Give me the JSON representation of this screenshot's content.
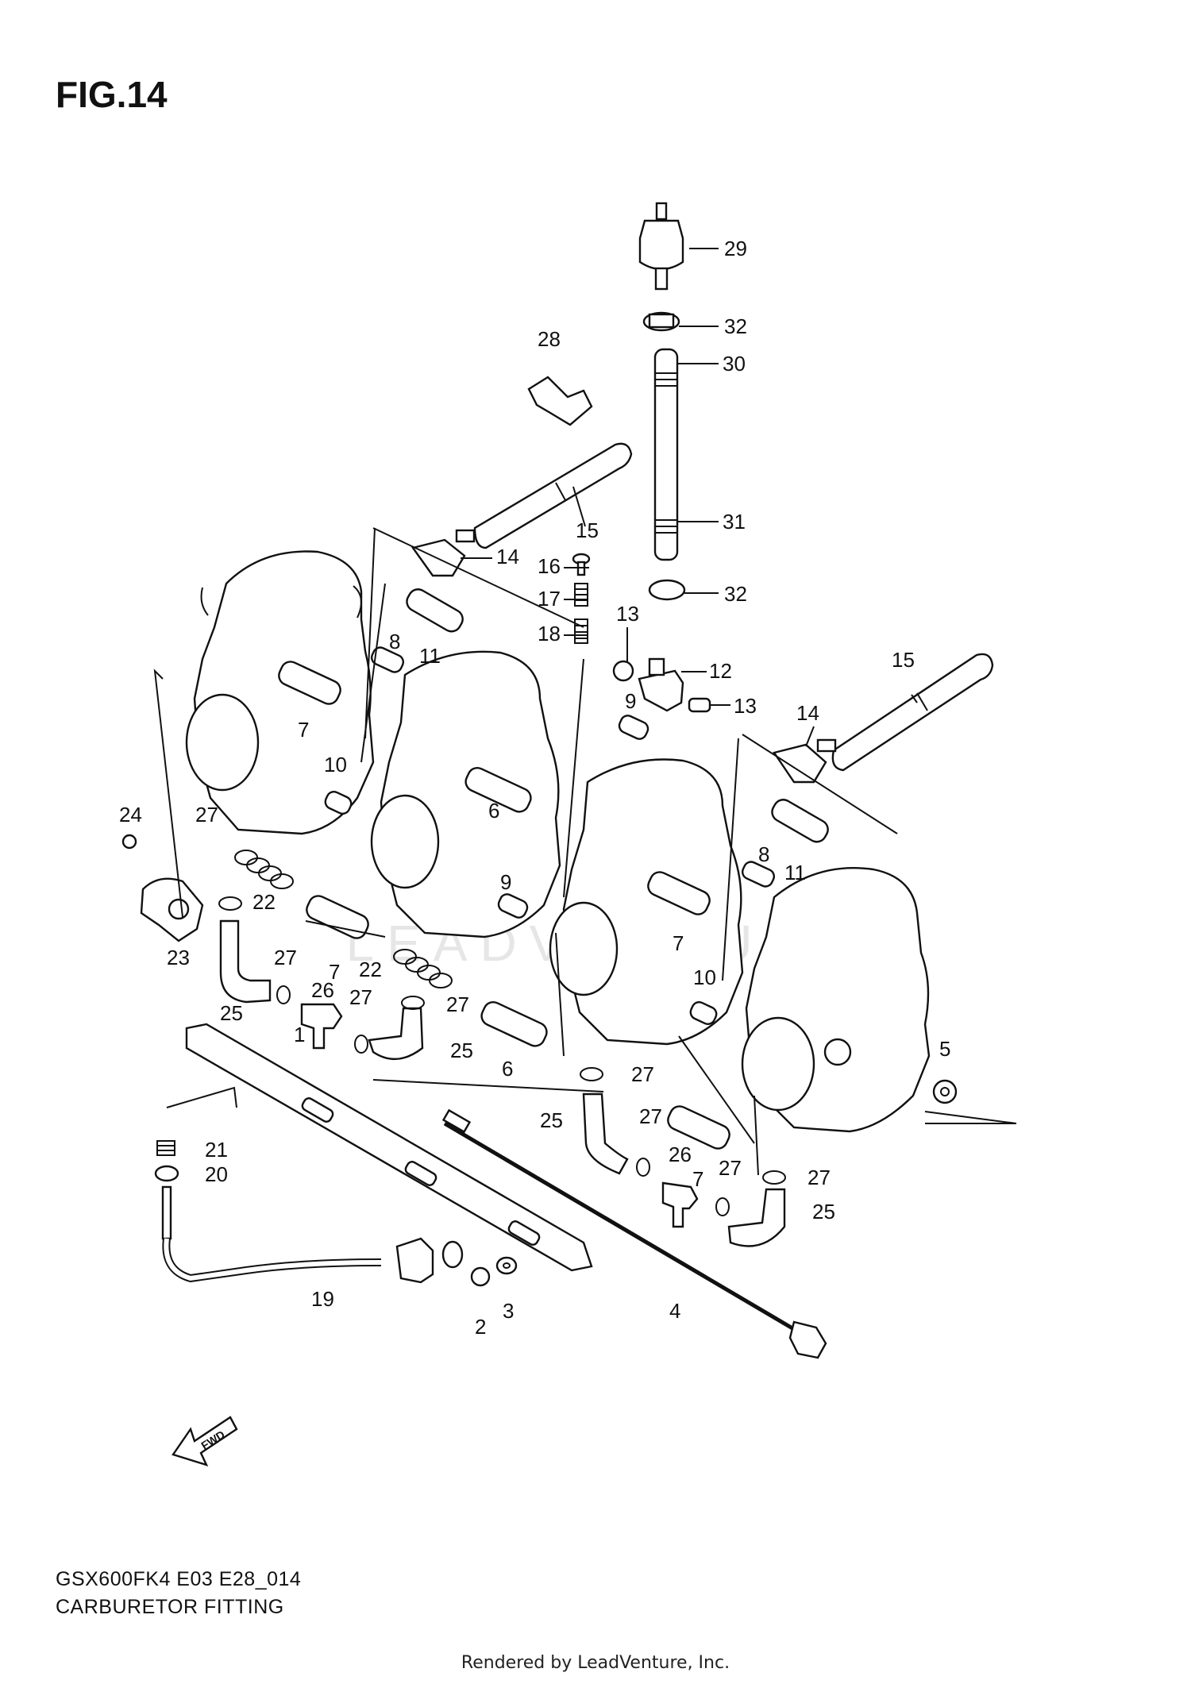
{
  "figure": {
    "title": "FIG.14",
    "model_code": "GSX600FK4 E03 E28_014",
    "name": "CARBURETOR FITTING",
    "footer": "Rendered by LeadVenture, Inc.",
    "watermark": "LEADVENTURE",
    "fwd_label": "FWD"
  },
  "callouts": [
    {
      "id": "c29",
      "label": "29"
    },
    {
      "id": "c32a",
      "label": "32"
    },
    {
      "id": "c30",
      "label": "30"
    },
    {
      "id": "c28",
      "label": "28"
    },
    {
      "id": "c31",
      "label": "31"
    },
    {
      "id": "c15a",
      "label": "15"
    },
    {
      "id": "c14a",
      "label": "14"
    },
    {
      "id": "c16",
      "label": "16"
    },
    {
      "id": "c32b",
      "label": "32"
    },
    {
      "id": "c17",
      "label": "17"
    },
    {
      "id": "c18",
      "label": "18"
    },
    {
      "id": "c13a",
      "label": "13"
    },
    {
      "id": "c8a",
      "label": "8"
    },
    {
      "id": "c11a",
      "label": "11"
    },
    {
      "id": "c12",
      "label": "12"
    },
    {
      "id": "c9a",
      "label": "9"
    },
    {
      "id": "c13b",
      "label": "13"
    },
    {
      "id": "c15b",
      "label": "15"
    },
    {
      "id": "c14b",
      "label": "14"
    },
    {
      "id": "c7a",
      "label": "7"
    },
    {
      "id": "c10a",
      "label": "10"
    },
    {
      "id": "c24",
      "label": "24"
    },
    {
      "id": "c6a",
      "label": "6"
    },
    {
      "id": "c27a",
      "label": "27"
    },
    {
      "id": "c8b",
      "label": "8"
    },
    {
      "id": "c11b",
      "label": "11"
    },
    {
      "id": "c22a",
      "label": "22"
    },
    {
      "id": "c9b",
      "label": "9"
    },
    {
      "id": "c23",
      "label": "23"
    },
    {
      "id": "c7b",
      "label": "7"
    },
    {
      "id": "c22b",
      "label": "22"
    },
    {
      "id": "c7c",
      "label": "7"
    },
    {
      "id": "c27b",
      "label": "27"
    },
    {
      "id": "c26a",
      "label": "26"
    },
    {
      "id": "c10b",
      "label": "10"
    },
    {
      "id": "c27c",
      "label": "27"
    },
    {
      "id": "c27d",
      "label": "27"
    },
    {
      "id": "c25a",
      "label": "25"
    },
    {
      "id": "c1",
      "label": "1"
    },
    {
      "id": "c25b",
      "label": "25"
    },
    {
      "id": "c6b",
      "label": "6"
    },
    {
      "id": "c27e",
      "label": "27"
    },
    {
      "id": "c5",
      "label": "5"
    },
    {
      "id": "c27f",
      "label": "27"
    },
    {
      "id": "c25c",
      "label": "25"
    },
    {
      "id": "c21",
      "label": "21"
    },
    {
      "id": "c20",
      "label": "20"
    },
    {
      "id": "c26b",
      "label": "26"
    },
    {
      "id": "c7d",
      "label": "7"
    },
    {
      "id": "c27g",
      "label": "27"
    },
    {
      "id": "c27h",
      "label": "27"
    },
    {
      "id": "c25d",
      "label": "25"
    },
    {
      "id": "c19",
      "label": "19"
    },
    {
      "id": "c2",
      "label": "2"
    },
    {
      "id": "c3",
      "label": "3"
    },
    {
      "id": "c4",
      "label": "4"
    }
  ]
}
